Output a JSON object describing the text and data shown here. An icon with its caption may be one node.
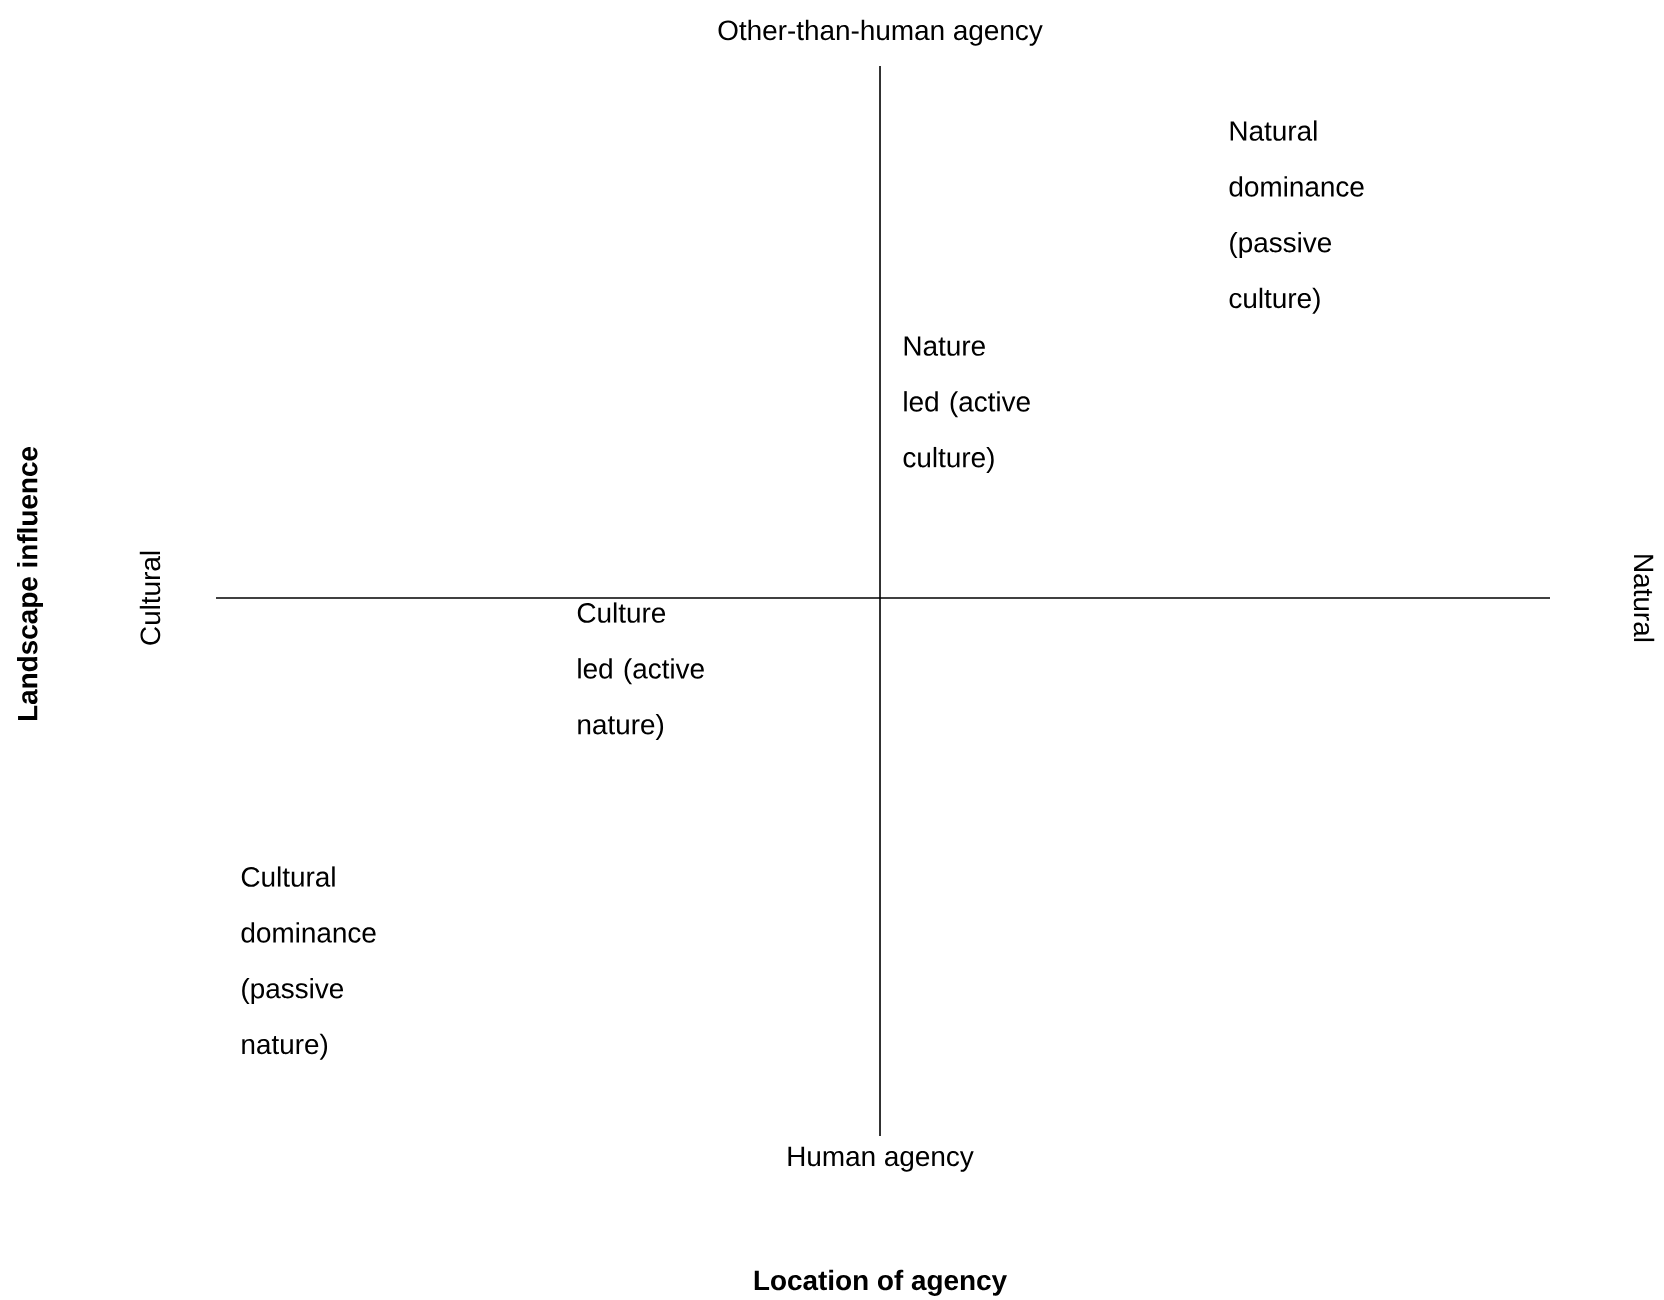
{
  "diagram": {
    "labels": [
      "Other-than-human agency",
      "Natural dominance (passive culture)",
      "Nature led (active culture)",
      "Landscape influence",
      "Cultural",
      "Natural",
      "Culture led (active nature)",
      "Cultural dominance (passive nature)",
      "Human agency",
      "Location of agency"
    ]
  }
}
